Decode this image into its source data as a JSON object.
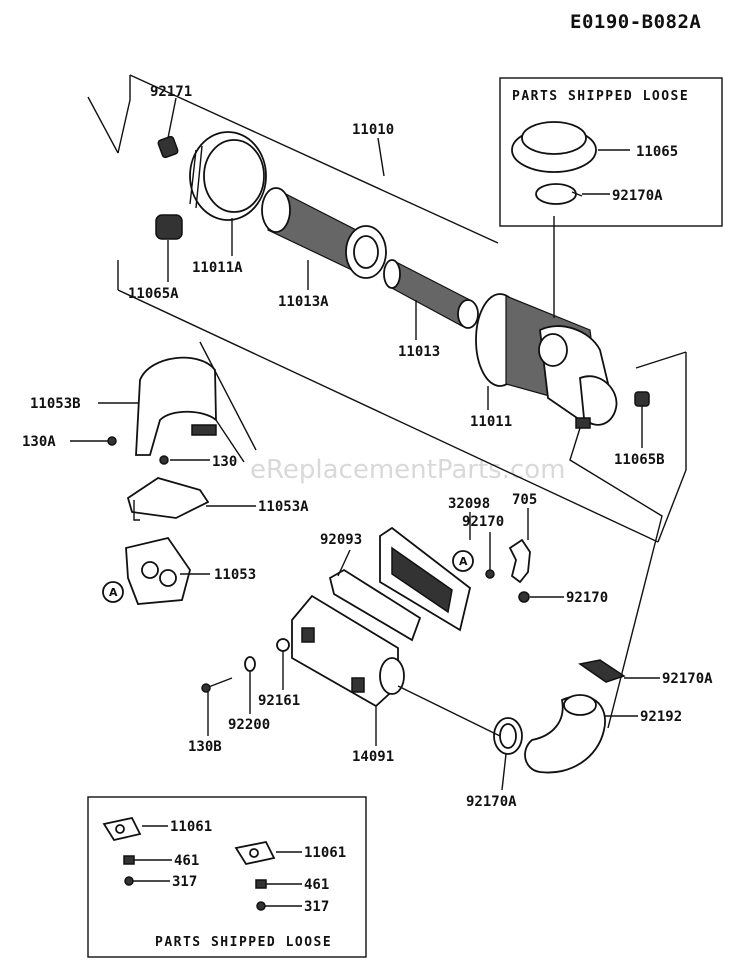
{
  "diagram_code": "E0190-B082A",
  "watermark": "eReplacementParts.com",
  "box_titles": {
    "upper": "PARTS SHIPPED LOOSE",
    "lower": "PARTS SHIPPED LOOSE"
  },
  "reference_marker": "A",
  "labels": {
    "p92171": "92171",
    "p11010": "11010",
    "p11011A": "11011A",
    "p11065A": "11065A",
    "p11013A": "11013A",
    "p11013": "11013",
    "p11011": "11011",
    "p11065": "11065",
    "p92170A_top": "92170A",
    "p11065B": "11065B",
    "p11053B": "11053B",
    "p130A": "130A",
    "p130": "130",
    "p11053A": "11053A",
    "p11053": "11053",
    "p32098": "32098",
    "p92093": "92093",
    "p92170_a": "92170",
    "p705": "705",
    "p92170_b": "92170",
    "p92170A_mid": "92170A",
    "p92192": "92192",
    "p92161": "92161",
    "p92200": "92200",
    "p130B": "130B",
    "p14091": "14091",
    "p92170A_bot": "92170A",
    "p11061_a": "11061",
    "p461_a": "461",
    "p317_a": "317",
    "p11061_b": "11061",
    "p461_b": "461",
    "p317_b": "317"
  }
}
